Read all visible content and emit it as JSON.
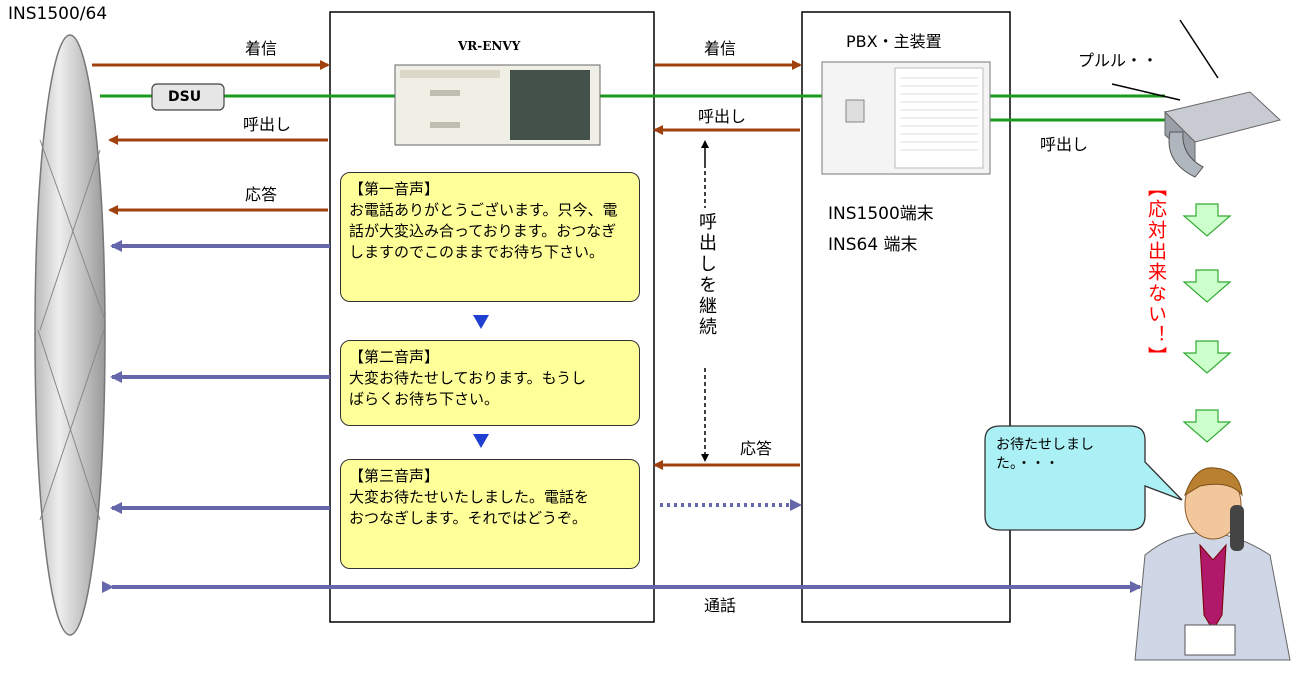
{
  "labels": {
    "network": "INS1500/64",
    "dsu": "DSU",
    "device_title": "VR-ENVY",
    "pbx_title": "PBX・主装置",
    "incoming_left": "着信",
    "incoming_right": "着信",
    "call_left": "呼出し",
    "call_mid": "呼出し",
    "call_right": "呼出し",
    "answer_left": "応答",
    "answer_right": "応答",
    "continue_call": "呼出しを継続",
    "talk": "通話",
    "ring": "プルル・・",
    "ins1500_terminal": "INS1500端末",
    "ins64_terminal": "INS64 端末",
    "cannot_answer": "【応対出来ない！】",
    "operator_speech": "お待たせしました。・・・"
  },
  "voices": [
    {
      "title": "【第一音声】",
      "text": "お電話ありがとうございます。只今、電話が大変込み合っております。おつなぎしますのでこのままでお待ち下さい。"
    },
    {
      "title": "【第二音声】",
      "text": "大変お待たせしております。もうしばらくお待ち下さい。"
    },
    {
      "title": "【第三音声】",
      "text": "大変お待たせいたしました。電話をおつなぎします。それではどうぞ。"
    }
  ],
  "colors": {
    "brown": "#a0400f",
    "green": "#1a9a1a",
    "purple": "#6666aa",
    "bubble": "#ffff99",
    "red": "#ff0000",
    "down_arrow": "#ccffcc"
  }
}
